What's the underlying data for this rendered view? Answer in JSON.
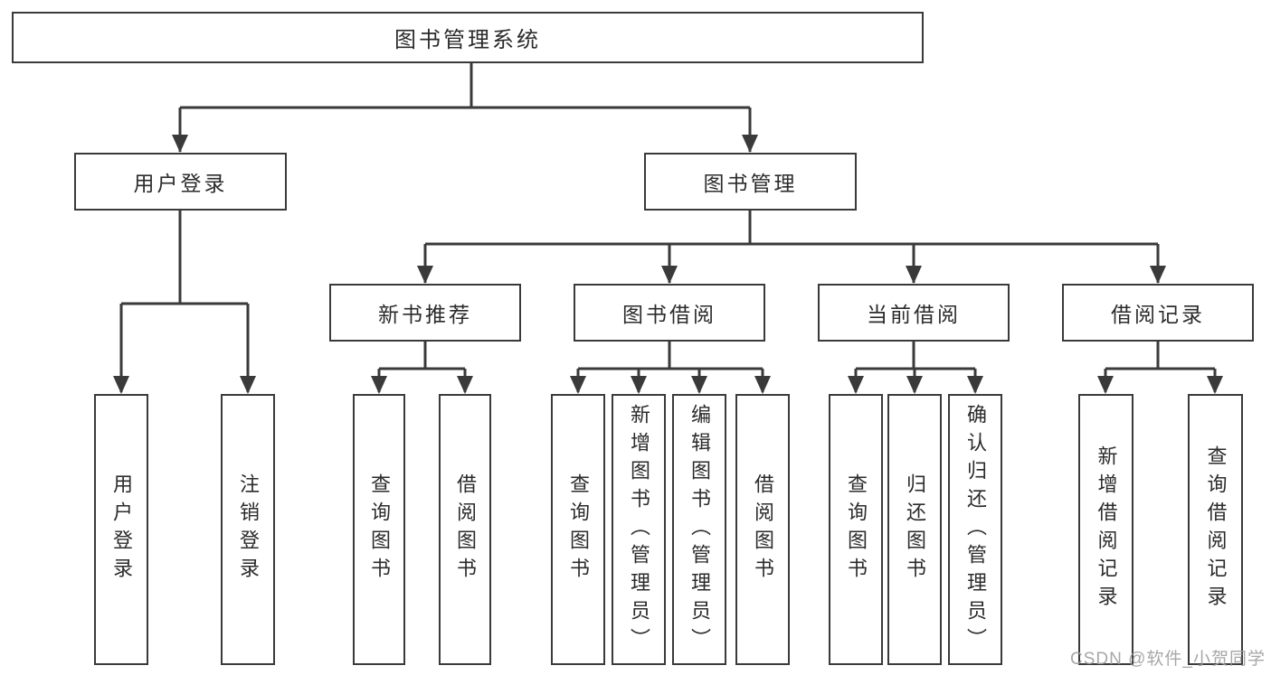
{
  "tree": {
    "label": "图书管理系统",
    "children": [
      {
        "label": "用户登录",
        "children": [
          {
            "label": "用户登录"
          },
          {
            "label": "注销登录"
          }
        ]
      },
      {
        "label": "图书管理",
        "children": [
          {
            "label": "新书推荐",
            "children": [
              {
                "label": "查询图书"
              },
              {
                "label": "借阅图书"
              }
            ]
          },
          {
            "label": "图书借阅",
            "children": [
              {
                "label": "查询图书"
              },
              {
                "label": "新增图书（管理员）"
              },
              {
                "label": "编辑图书（管理员）"
              },
              {
                "label": "借阅图书"
              }
            ]
          },
          {
            "label": "当前借阅",
            "children": [
              {
                "label": "查询图书"
              },
              {
                "label": "归还图书"
              },
              {
                "label": "确认归还（管理员）"
              }
            ]
          },
          {
            "label": "借阅记录",
            "children": [
              {
                "label": "新增借阅记录"
              },
              {
                "label": "查询借阅记录"
              }
            ]
          }
        ]
      }
    ]
  },
  "watermark": {
    "text": "CSDN @软件_小贺同学"
  },
  "colors": {
    "line": "#3a3a3a",
    "text": "#2b2b2b",
    "box_background": "#ffffff",
    "watermark": "#a0a0a0"
  }
}
